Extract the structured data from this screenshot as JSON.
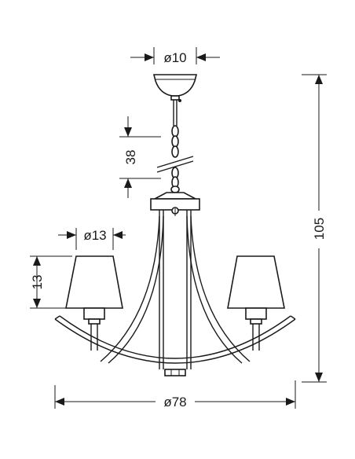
{
  "dimensions": {
    "canopy_diameter": "ø10",
    "chain_length": "38",
    "shade_diameter": "ø13",
    "shade_height": "13",
    "total_height": "105",
    "total_diameter": "ø78"
  },
  "colors": {
    "ink": "#1a1a1a",
    "background": "#ffffff"
  }
}
